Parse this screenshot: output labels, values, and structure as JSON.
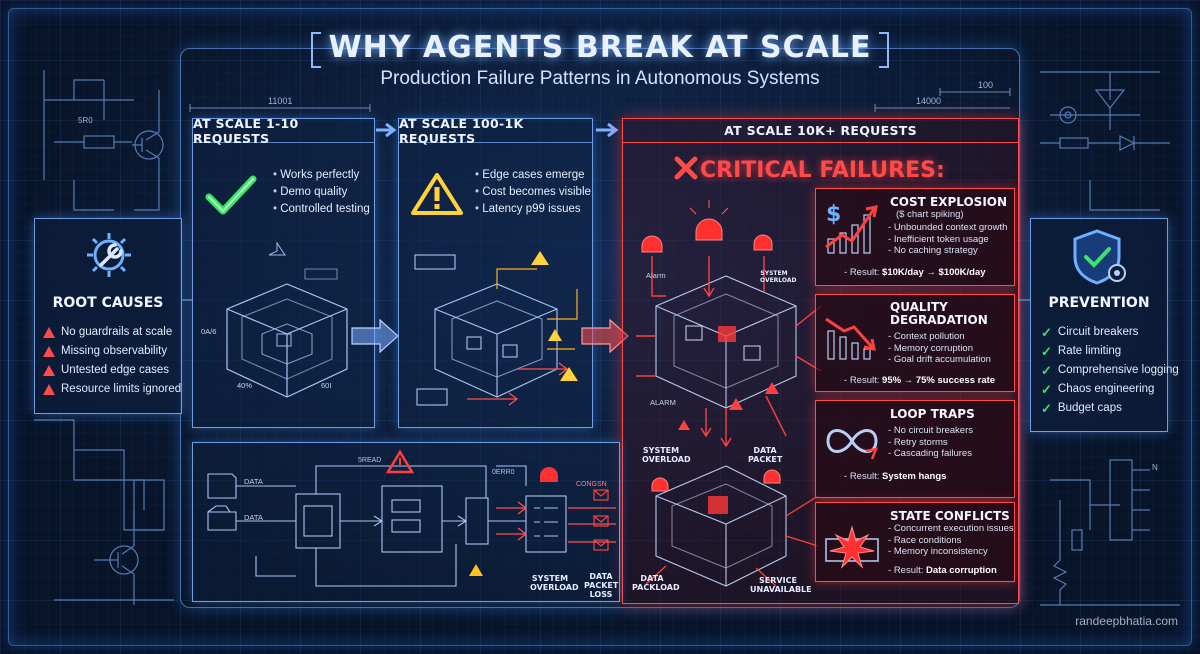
{
  "header": {
    "title": "WHY AGENTS BREAK AT SCALE",
    "subtitle": "Production Failure Patterns in Autonomous Systems"
  },
  "dimensions": {
    "d1": "11001",
    "d2": "100",
    "d3": "14000"
  },
  "stages": [
    {
      "label": "AT SCALE 1-10 REQUESTS",
      "icon": "check-icon",
      "bullets": [
        "Works perfectly",
        "Demo quality",
        "Controlled testing"
      ],
      "drawing_labels": [
        "0A/6",
        "40%",
        "60I"
      ]
    },
    {
      "label": "AT SCALE 100-1K REQUESTS",
      "icon": "warning-icon",
      "bullets": [
        "Edge cases emerge",
        "Cost becomes visible",
        "Latency p99 issues"
      ]
    },
    {
      "label": "AT SCALE 10K+ REQUESTS",
      "icon": "x-icon",
      "heading": "CRITICAL FAILURES:",
      "drawing_labels": [
        "Alarm",
        "SYSTEM OVERLOAD",
        "ALARM"
      ]
    }
  ],
  "failures": [
    {
      "title": "COST EXPLOSION",
      "subtitle": "($ chart spiking)",
      "items": [
        "Unbounded context growth",
        "Inefficient token usage",
        "No caching strategy"
      ],
      "result_label": "Result:",
      "result_value": "$10K/day → $100K/day"
    },
    {
      "title": "QUALITY DEGRADATION",
      "items": [
        "Context pollution",
        "Memory corruption",
        "Goal drift accumulation"
      ],
      "result_label": "Result:",
      "result_value": "95% → 75% success rate"
    },
    {
      "title": "LOOP TRAPS",
      "items": [
        "No circuit breakers",
        "Retry storms",
        "Cascading failures"
      ],
      "result_label": "Result:",
      "result_value": "System hangs"
    },
    {
      "title": "STATE CONFLICTS",
      "items": [
        "Concurrent execution issues",
        "Race conditions",
        "Memory inconsistency"
      ],
      "result_label": "Result:",
      "result_value": "Data corruption"
    }
  ],
  "root_causes": {
    "title": "ROOT CAUSES",
    "items": [
      "No guardrails at scale",
      "Missing observability",
      "Untested edge cases",
      "Resource limits ignored"
    ]
  },
  "prevention": {
    "title": "PREVENTION",
    "items": [
      "Circuit breakers",
      "Rate limiting",
      "Comprehensive logging",
      "Chaos engineering",
      "Budget caps"
    ]
  },
  "flow_labels": {
    "data_1": "DATA",
    "data_2": "DATA",
    "system_overload": "SYSTEM OVERLOAD",
    "data_packet_loss": "DATA PACKET LOSS",
    "system_overload_2": "SYSTEM OVERLOAD",
    "data_packet": "DATA PACKET",
    "data_packload": "DATA PACKLOAD",
    "service_unavailable": "SERVICE UNAVAILABLE"
  },
  "watermark": "randeepbhatia.com",
  "colors": {
    "accent_blue": "#7fb2ff",
    "critical_red": "#ff4a4a",
    "ok_green": "#3fe26a",
    "warn_yellow": "#ffd23a",
    "background": "#081428"
  }
}
